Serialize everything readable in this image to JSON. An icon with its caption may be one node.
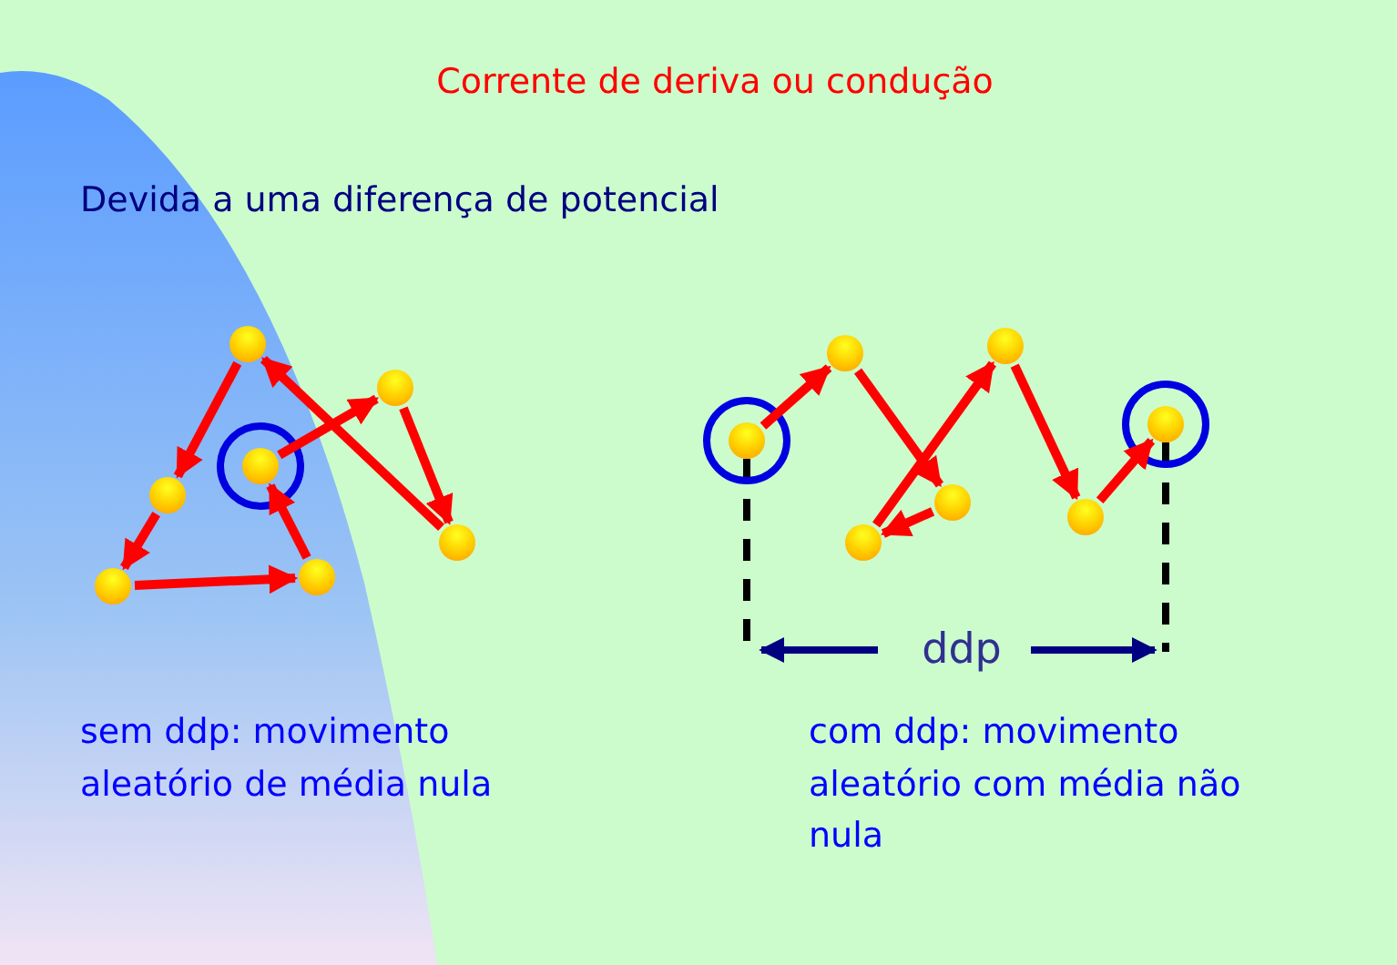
{
  "diagram": {
    "title": "Corrente de deriva ou condução",
    "nodes": [
      {
        "text": [],
        "shape": "circle"
      },
      {
        "text": [],
        "shape": "circle"
      },
      {
        "text": [],
        "shape": "circle"
      },
      {
        "text": [],
        "shape": "circle"
      },
      {
        "text": [],
        "shape": "circle"
      },
      {
        "text": [],
        "shape": "circle"
      },
      {
        "text": [],
        "shape": "circle"
      },
      {
        "text": [],
        "shape": "circle"
      },
      {
        "text": [],
        "shape": "circle"
      },
      {
        "text": [],
        "shape": "circle"
      },
      {
        "text": [],
        "shape": "circle"
      },
      {
        "text": [],
        "shape": "circle"
      },
      {
        "text": [],
        "shape": "circle"
      },
      {
        "text": [],
        "shape": "circle"
      }
    ],
    "edges": [
      {
        "from": 0,
        "to": 1,
        "arrow": "to"
      },
      {
        "from": 1,
        "to": 2,
        "arrow": "to"
      },
      {
        "from": 2,
        "to": 3,
        "arrow": "to"
      },
      {
        "from": 3,
        "to": 4,
        "arrow": "to"
      },
      {
        "from": 4,
        "to": 5,
        "arrow": "to"
      },
      {
        "from": 5,
        "to": 6,
        "arrow": "to"
      },
      {
        "from": 6,
        "to": 0,
        "arrow": "to"
      },
      {
        "from": 7,
        "to": 8,
        "arrow": "to"
      },
      {
        "from": 8,
        "to": 9,
        "arrow": "to"
      },
      {
        "from": 9,
        "to": 10,
        "arrow": "to"
      },
      {
        "from": 10,
        "to": 11,
        "arrow": "to"
      },
      {
        "from": 11,
        "to": 12,
        "arrow": "to"
      },
      {
        "from": 12,
        "to": 13,
        "arrow": "to"
      }
    ],
    "labels": [
      "Devida a uma diferença de potencial",
      "ddp",
      "sem ddp: movimento aleatório de média nula",
      "com ddp: movimento aleatório com média não nula"
    ]
  }
}
